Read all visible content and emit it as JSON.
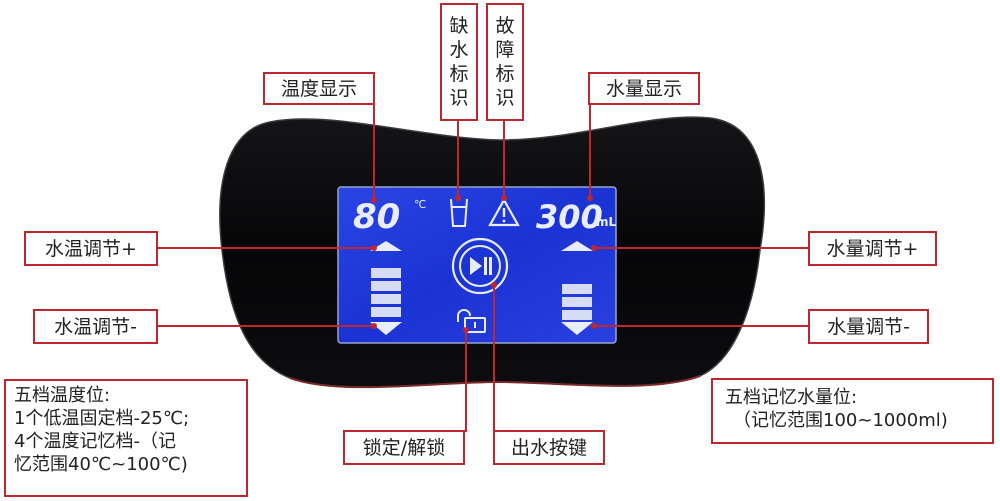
{
  "callouts": {
    "temp_display": "温度显示",
    "no_water_icon": [
      "缺",
      "水",
      "标",
      "识"
    ],
    "fault_icon": [
      "故",
      "障",
      "标",
      "识"
    ],
    "volume_display": "水量显示",
    "temp_up": "水温调节+",
    "temp_down": "水温调节-",
    "volume_up": "水量调节+",
    "volume_down": "水量调节-",
    "lock_unlock": "锁定/解锁",
    "dispense_key": "出水按键"
  },
  "notes": {
    "temp_presets": [
      "五档温度位:",
      "1个低温固定档-25℃;",
      "4个温度记忆档-（记",
      "忆范围40℃~100℃)"
    ],
    "volume_presets": [
      "五档记忆水量位:",
      "（记忆范围100~1000ml)"
    ]
  },
  "lcd": {
    "temperature_value": "80",
    "temperature_unit": "℃",
    "volume_value": "300",
    "volume_unit": "mL",
    "play_pause_symbol": "▶II"
  },
  "colors": {
    "callout_border": "#c0262d",
    "lcd_background": "#1e35d8",
    "lcd_foreground": "#e8eeff",
    "panel": "#0b0b0d"
  }
}
